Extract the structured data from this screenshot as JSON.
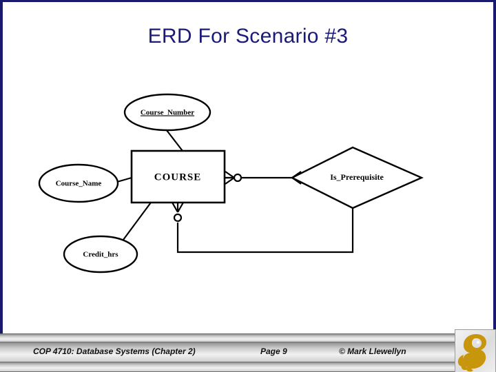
{
  "slide": {
    "title": "ERD For Scenario #3",
    "accent_color": "#1a1a78",
    "background_color": "#ffffff"
  },
  "diagram": {
    "type": "entity-relationship-diagram",
    "notation": "crows-foot",
    "entities": [
      {
        "id": "course",
        "label": "COURSE",
        "shape": "rectangle"
      }
    ],
    "attributes": [
      {
        "id": "course_number",
        "label": "Course_Number",
        "shape": "ellipse",
        "primary_key": true,
        "attached_to": "course"
      },
      {
        "id": "course_name",
        "label": "Course_Name",
        "shape": "ellipse",
        "primary_key": false,
        "attached_to": "course"
      },
      {
        "id": "credit_hrs",
        "label": "Credit_hrs",
        "shape": "ellipse",
        "primary_key": false,
        "attached_to": "course"
      }
    ],
    "relationships": [
      {
        "id": "is_prerequisite",
        "label": "Is_Prerequisite",
        "shape": "diamond",
        "kind": "recursive",
        "connections": [
          {
            "from": "course",
            "to": "is_prerequisite",
            "side": "right",
            "cardinality": "zero-or-many"
          },
          {
            "from": "course",
            "to": "is_prerequisite",
            "side": "bottom",
            "cardinality": "zero-or-many"
          }
        ]
      }
    ]
  },
  "footer": {
    "course": "COP 4710: Database Systems  (Chapter 2)",
    "page": "Page 9",
    "copyright": "© Mark Llewellyn",
    "logo_name": "ucf-pegasus-logo",
    "logo_color": "#c8960c"
  }
}
